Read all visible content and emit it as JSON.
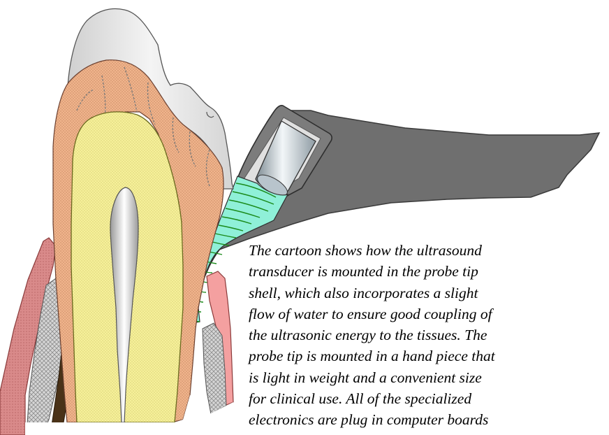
{
  "caption": {
    "lines": [
      "The cartoon shows how the ultrasound",
      "transducer is mounted in the probe tip",
      "shell, which also incorporates a slight",
      "flow of water to ensure good coupling of",
      "the ultrasonic energy to the tissues. The",
      "probe tip is mounted in a hand piece that",
      "is light in weight and a convenient size",
      "for clinical use. All of the specialized",
      "electronics are plug in computer boards"
    ]
  },
  "colors": {
    "enamel": "#e4e4e4",
    "dentin": "#f0b48c",
    "pulp_chamber": "#f5ef96",
    "root_canal": "#e8e8e8",
    "gingiva": "#d98a8a",
    "bone": "#cfcfcf",
    "periodontal_ligament": "#4a3218",
    "probe_shell": "#6f6f6f",
    "transducer": "#b8c4cc",
    "water_coupling": "#8ff0d8",
    "water_lines": "#1a8a1a"
  }
}
